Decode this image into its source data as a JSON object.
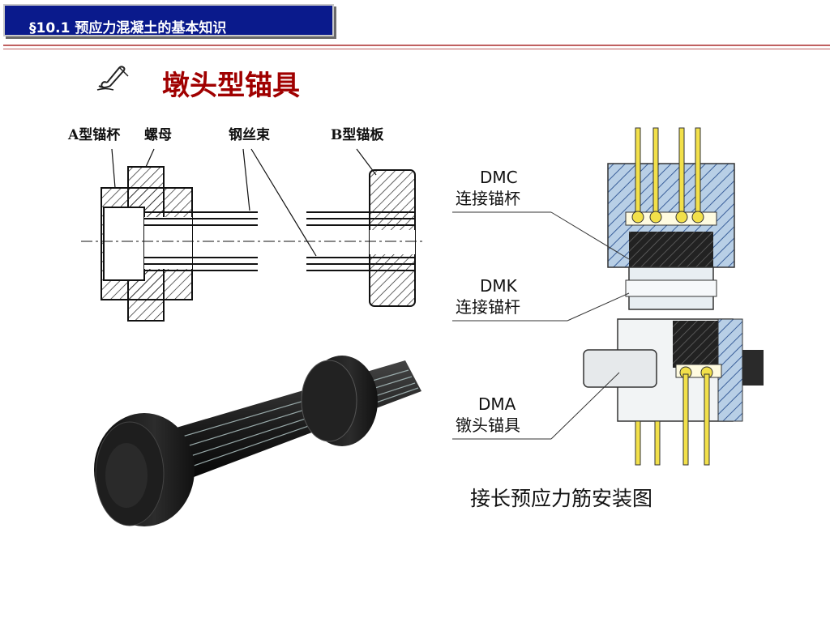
{
  "header": {
    "section_title": "§10.1  预应力混凝土的基本知识"
  },
  "title": {
    "text": "墩头型锚具",
    "icon": "writing-hand-icon"
  },
  "figure_a": {
    "labels": {
      "cup": "A型锚杯",
      "nut": "螺母",
      "wires": "钢丝束",
      "plate": "B型锚板"
    }
  },
  "figure_b": {
    "photo": "anchorage-photo"
  },
  "figure_c": {
    "dmc_code": "DMC",
    "dmc_name": "连接锚杯",
    "dmk_code": "DMK",
    "dmk_name": "连接锚杆",
    "dma_code": "DMA",
    "dma_name": "镦头锚具",
    "caption": "接长预应力筋安装图"
  },
  "colors": {
    "header_bg": "#0a1a8c",
    "title_red": "#a00000",
    "wire_yellow": "#f2e04a",
    "steel_blue": "#b8cfe6"
  }
}
